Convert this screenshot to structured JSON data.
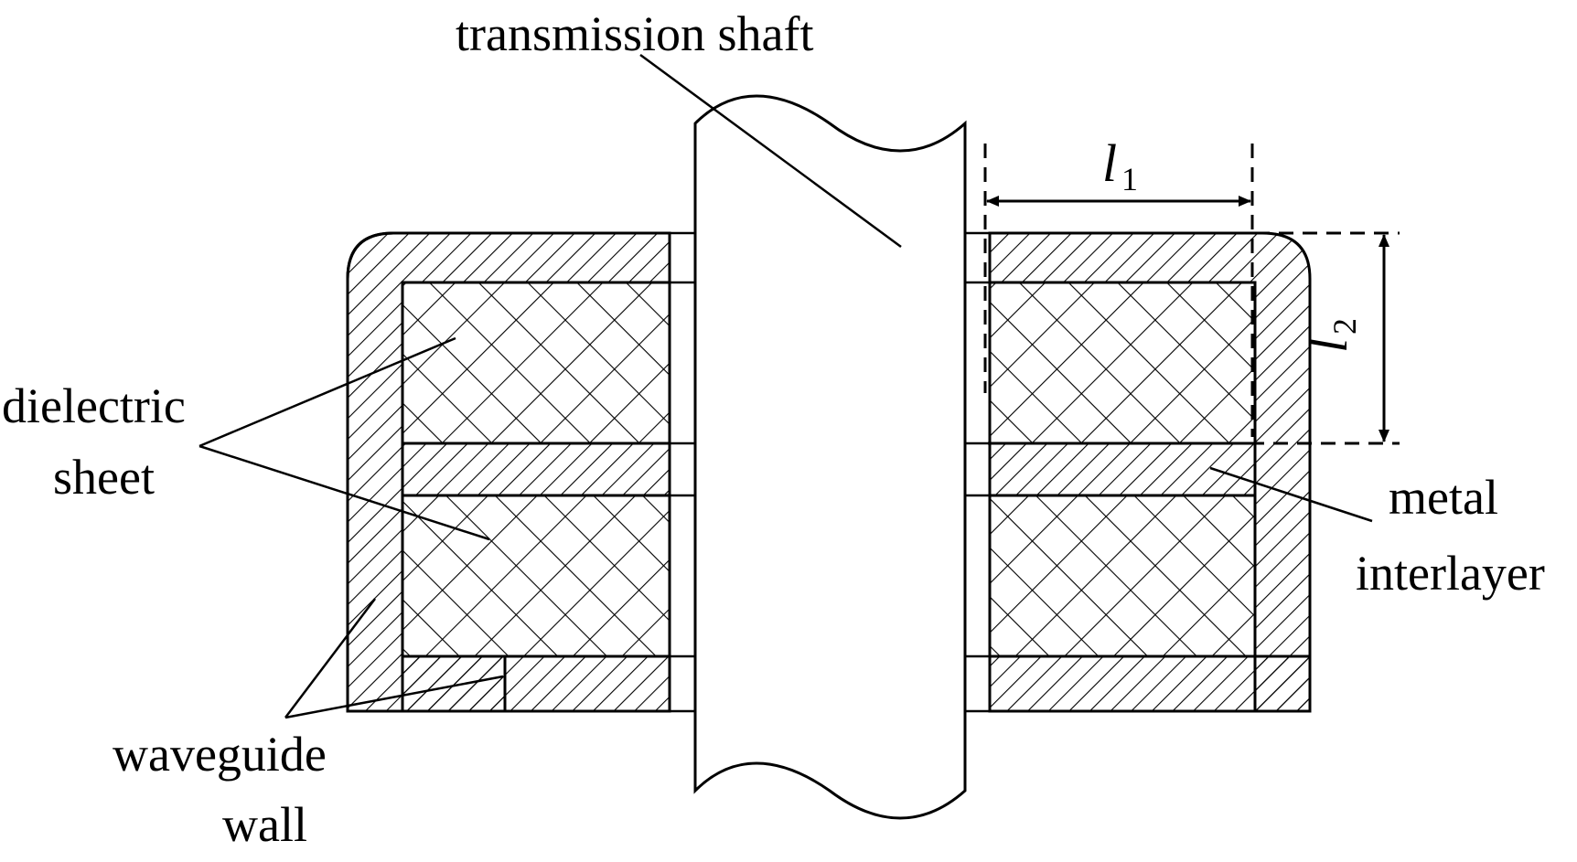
{
  "labels": {
    "transmission_shaft": "transmission shaft",
    "dielectric_line1": "dielectric",
    "dielectric_line2": "sheet",
    "metal_line1": "metal",
    "metal_line2": "interlayer",
    "waveguide_line1": "waveguide",
    "waveguide_line2": "wall"
  },
  "dimensions": {
    "l1_symbol": "l",
    "l1_subscript": "1",
    "l2_symbol": "l",
    "l2_subscript": "2"
  },
  "colors": {
    "ink": "#000000",
    "background": "#ffffff"
  }
}
